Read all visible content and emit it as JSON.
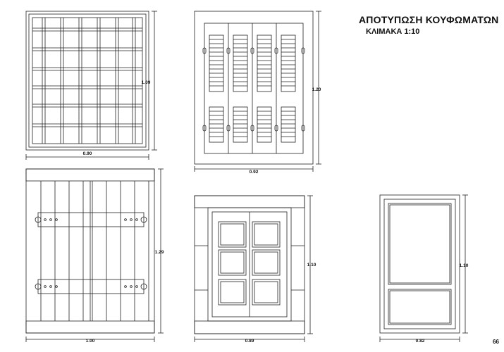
{
  "header": {
    "title": "ΑΠΟΤΥΠΩΣΗ ΚΟΥΦΩΜΑΤΩΝ",
    "scale": "ΚΛΙΜΑΚΑ 1:10"
  },
  "page_number": "66",
  "drawings": [
    {
      "width_label": "0.90",
      "height_label": "1.09"
    },
    {
      "width_label": "0.92",
      "height_label": "1.20"
    },
    {
      "width_label": "1.00",
      "height_label": "1.29"
    },
    {
      "width_label": "0.89",
      "height_label": "1.10"
    },
    {
      "width_label": "0.82",
      "height_label": "1.10"
    }
  ]
}
